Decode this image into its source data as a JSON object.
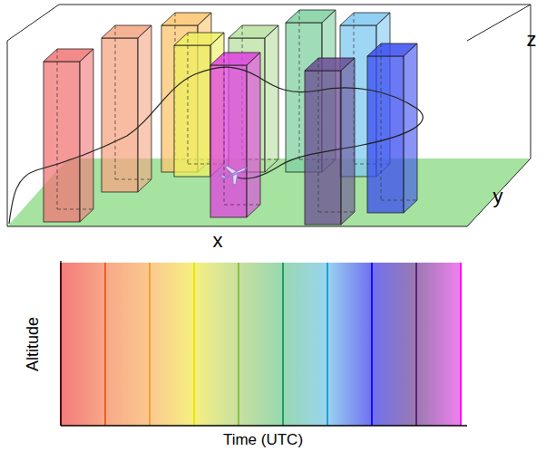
{
  "diagram": {
    "labels": [
      "z",
      "y",
      "x",
      "Altitude",
      "Time (UTC)"
    ]
  }
}
